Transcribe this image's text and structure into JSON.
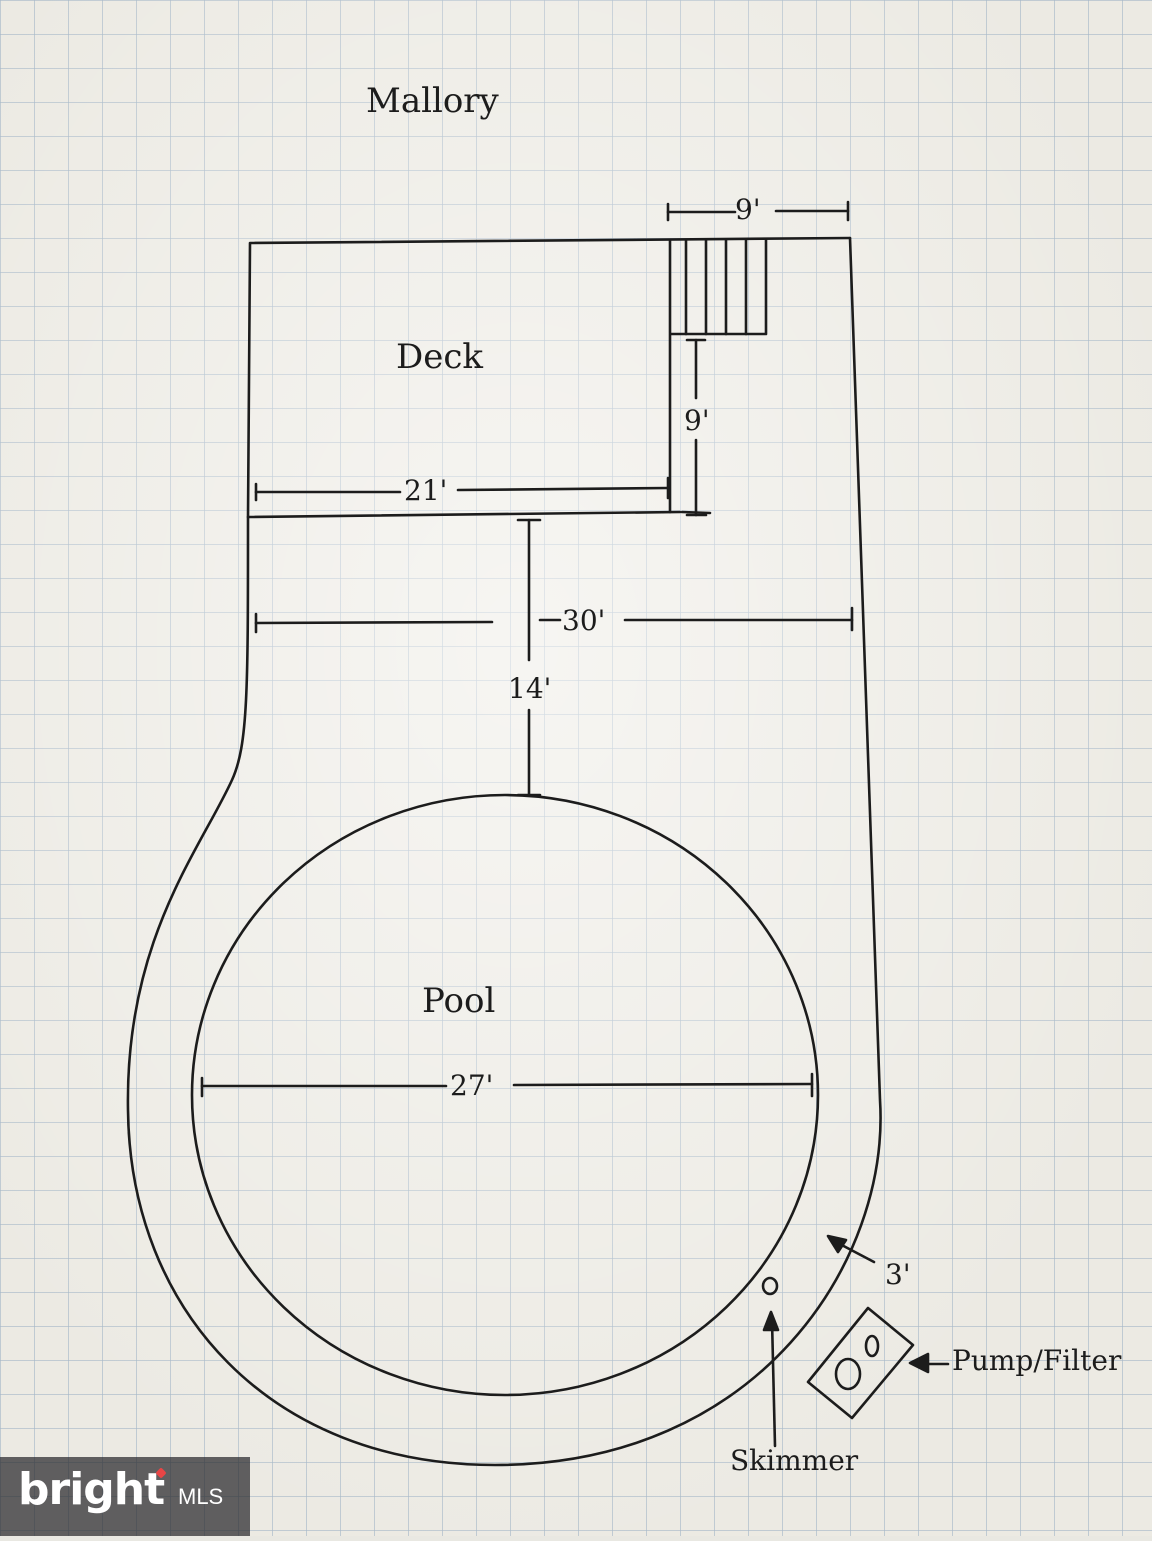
{
  "title": "Mallory",
  "labels": {
    "deck": "Deck",
    "pool": "Pool",
    "skimmer": "Skimmer",
    "pump_filter": "Pump/Filter"
  },
  "dimensions": {
    "stairs_width": "9'",
    "stairs_length": "9'",
    "deck_width": "21'",
    "total_width": "30'",
    "gap": "14'",
    "pool_diameter": "27'",
    "surround": "3'"
  },
  "watermark": {
    "brand": "bright",
    "suffix": "MLS"
  },
  "colors": {
    "paper": "#eceae3",
    "grid": "#9fb3c4",
    "ink": "#1c1c1c",
    "badge_accent": "#e84545"
  }
}
